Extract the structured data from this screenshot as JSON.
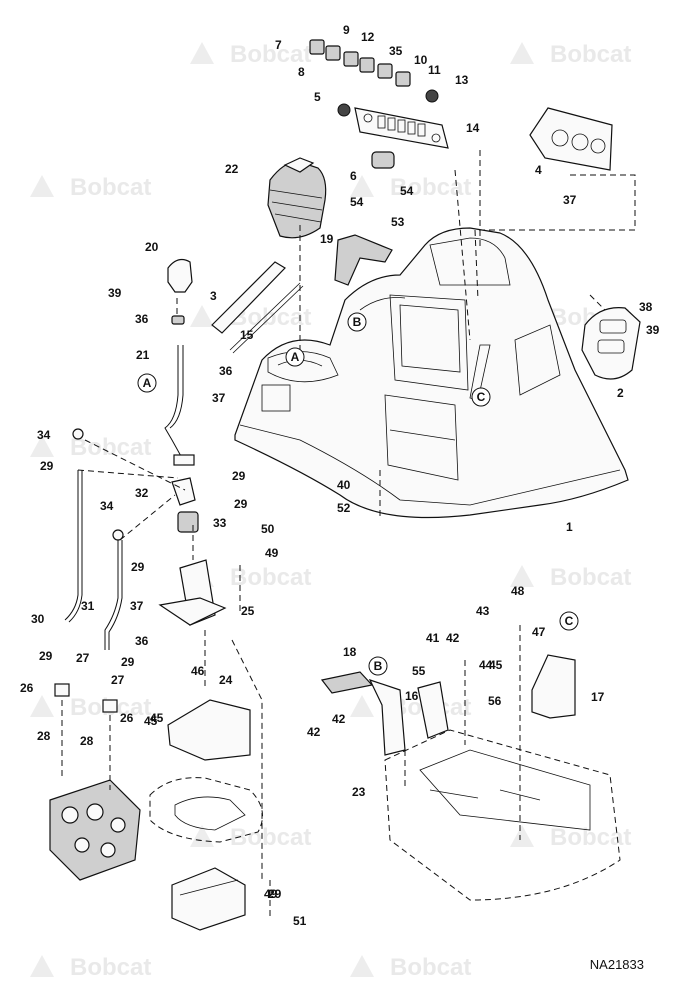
{
  "watermark": {
    "brand": "Bobcat"
  },
  "drawing_number": "NA21833",
  "callouts": [
    "A",
    "B",
    "C"
  ],
  "parts": [
    {
      "n": "1"
    },
    {
      "n": "2"
    },
    {
      "n": "3"
    },
    {
      "n": "4"
    },
    {
      "n": "5"
    },
    {
      "n": "6"
    },
    {
      "n": "7"
    },
    {
      "n": "8"
    },
    {
      "n": "9"
    },
    {
      "n": "10"
    },
    {
      "n": "11"
    },
    {
      "n": "12"
    },
    {
      "n": "13"
    },
    {
      "n": "14"
    },
    {
      "n": "15"
    },
    {
      "n": "16"
    },
    {
      "n": "17"
    },
    {
      "n": "18"
    },
    {
      "n": "19"
    },
    {
      "n": "20"
    },
    {
      "n": "21"
    },
    {
      "n": "22"
    },
    {
      "n": "23"
    },
    {
      "n": "24"
    },
    {
      "n": "25"
    },
    {
      "n": "26"
    },
    {
      "n": "27"
    },
    {
      "n": "28"
    },
    {
      "n": "29"
    },
    {
      "n": "30"
    },
    {
      "n": "31"
    },
    {
      "n": "32"
    },
    {
      "n": "33"
    },
    {
      "n": "34"
    },
    {
      "n": "35"
    },
    {
      "n": "36"
    },
    {
      "n": "37"
    },
    {
      "n": "38"
    },
    {
      "n": "39"
    },
    {
      "n": "40"
    },
    {
      "n": "41"
    },
    {
      "n": "42"
    },
    {
      "n": "43"
    },
    {
      "n": "44"
    },
    {
      "n": "45"
    },
    {
      "n": "46"
    },
    {
      "n": "47"
    },
    {
      "n": "48"
    },
    {
      "n": "49"
    },
    {
      "n": "50"
    },
    {
      "n": "51"
    },
    {
      "n": "52"
    },
    {
      "n": "53"
    },
    {
      "n": "54"
    },
    {
      "n": "55"
    },
    {
      "n": "56"
    }
  ],
  "colors": {
    "line": "#111111",
    "watermark": "#e9e9e9",
    "background": "#ffffff"
  }
}
